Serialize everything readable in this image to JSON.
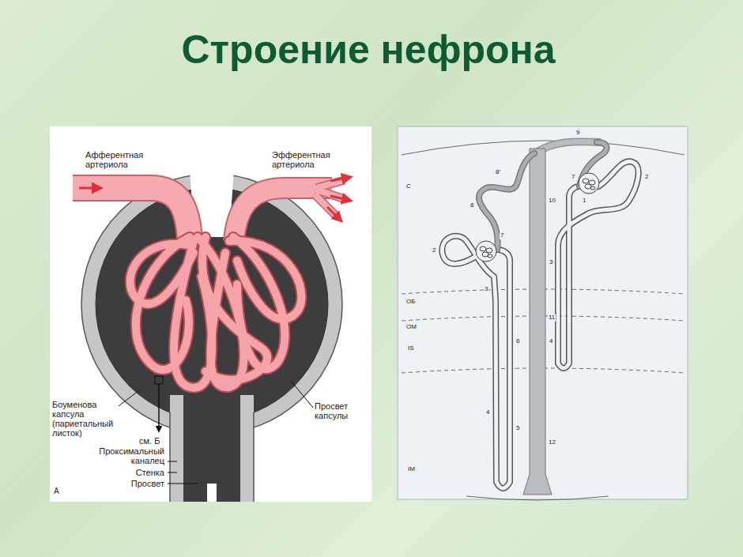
{
  "diagram": {
    "title": "Строение нефрона",
    "labels": [
      "Афферентная артериола",
      "Эфферентная артериола",
      "Боуменова капсула (париетальный листок)",
      "Просвет капсулы",
      "см. Б",
      "Проксимальный каналец",
      "Стенка",
      "Просвет",
      "А",
      "С",
      "ОБ",
      "ОМ",
      "IS",
      "IM",
      "1",
      "2",
      "2",
      "3",
      "3",
      "4",
      "4",
      "5",
      "6",
      "7",
      "7",
      "8",
      "8'",
      "9",
      "10",
      "11",
      "12"
    ]
  }
}
